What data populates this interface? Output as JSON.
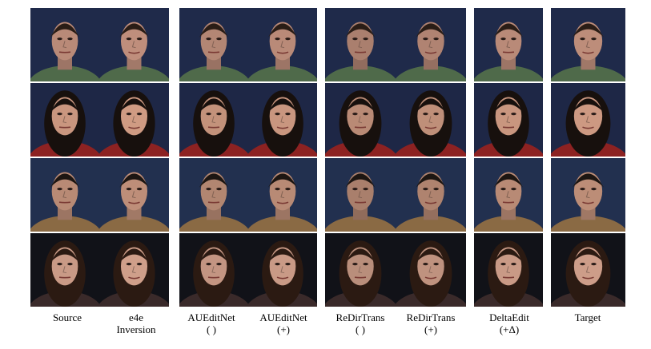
{
  "figure": {
    "columns": [
      {
        "line1": "Source",
        "line2": ""
      },
      {
        "line1": "e4e",
        "line2": "Inversion"
      },
      {
        "line1": "AUEditNet",
        "line2": "(   )"
      },
      {
        "line1": "AUEditNet",
        "line2": "(+)"
      },
      {
        "line1": "ReDirTrans",
        "line2": "(   )"
      },
      {
        "line1": "ReDirTrans",
        "line2": "(+)"
      },
      {
        "line1": "DeltaEdit",
        "line2": "(+Δ)"
      },
      {
        "line1": "Target",
        "line2": ""
      }
    ],
    "subjects": [
      {
        "skin": "#b98a78",
        "hair": "#2a1d16",
        "shirt": "#4f6a4a",
        "bg": "#1f2a4a",
        "hair_style": "short"
      },
      {
        "skin": "#c9967f",
        "hair": "#17100d",
        "shirt": "#8d2222",
        "bg": "#1e2746",
        "hair_style": "long"
      },
      {
        "skin": "#b88a75",
        "hair": "#1d1612",
        "shirt": "#8a6a44",
        "bg": "#22304f",
        "hair_style": "short"
      },
      {
        "skin": "#c99a86",
        "hair": "#2b1a12",
        "shirt": "#3a2a2a",
        "bg": "#111218",
        "hair_style": "long"
      }
    ]
  }
}
